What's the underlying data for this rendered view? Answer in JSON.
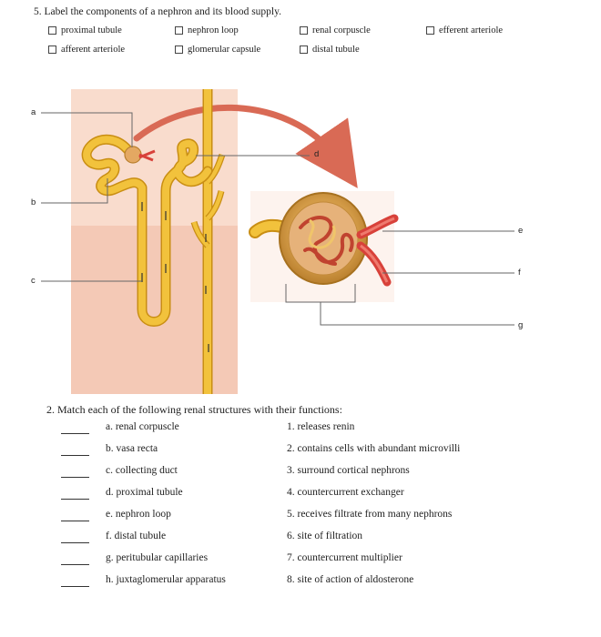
{
  "q5": {
    "title": "5. Label the components of a nephron and its blood supply.",
    "checkboxes": [
      {
        "label": "proximal tubule"
      },
      {
        "label": "nephron loop"
      },
      {
        "label": "renal corpuscle"
      },
      {
        "label": "efferent arteriole"
      },
      {
        "label": "afferent arteriole"
      },
      {
        "label": "glomerular capsule"
      },
      {
        "label": "distal tubule"
      }
    ],
    "figure_labels": {
      "a": "a",
      "b": "b",
      "c": "c",
      "d": "d",
      "e": "e",
      "f": "f",
      "g": "g"
    }
  },
  "q2": {
    "title": "2. Match each of the following renal structures with their functions:",
    "structures": [
      "a. renal corpuscle",
      "b. vasa recta",
      "c. collecting duct",
      "d. proximal tubule",
      "e. nephron loop",
      "f. distal tubule",
      "g. peritubular capillaries",
      "h. juxtaglomerular apparatus"
    ],
    "functions": [
      "1. releases renin",
      "2. contains cells with abundant microvilli",
      "3. surround cortical nephrons",
      "4. countercurrent exchanger",
      "5. receives filtrate from many nephrons",
      "6. site of filtration",
      "7. countercurrent multiplier",
      "8. site of action of aldosterone"
    ]
  },
  "colors": {
    "tubule": "#f2c23c",
    "tubule_dark": "#c98e13",
    "cortex": "#f9dccd",
    "medulla": "#f4cdbb",
    "artery": "#d8413a",
    "arrow": "#d96a55",
    "capsule": "#d4a14a"
  }
}
